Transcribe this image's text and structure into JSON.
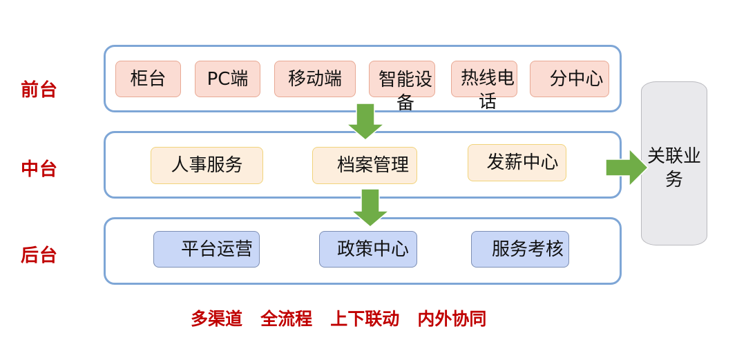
{
  "layers": [
    {
      "label": "前台",
      "nodes": [
        "柜台",
        "PC端",
        "移动端",
        "智能设备",
        "热线电话",
        "分中心"
      ]
    },
    {
      "label": "中台",
      "nodes": [
        "人事服务",
        "档案管理",
        "发薪中心"
      ]
    },
    {
      "label": "后台",
      "nodes": [
        "平台运营",
        "政策中心",
        "服务考核"
      ]
    }
  ],
  "related": {
    "label": "关联业务"
  },
  "slogan": "多渠道   全流程   上下联动   内外协同",
  "colors": {
    "label_red": "#c00000",
    "panel_border": "#7ea6d6",
    "front_fill": "#fbdcd3",
    "mid_fill": "#fdeedd",
    "back_fill": "#c9d7f7",
    "arrow_green": "#70ad47",
    "related_fill": "#e9e9ec"
  }
}
